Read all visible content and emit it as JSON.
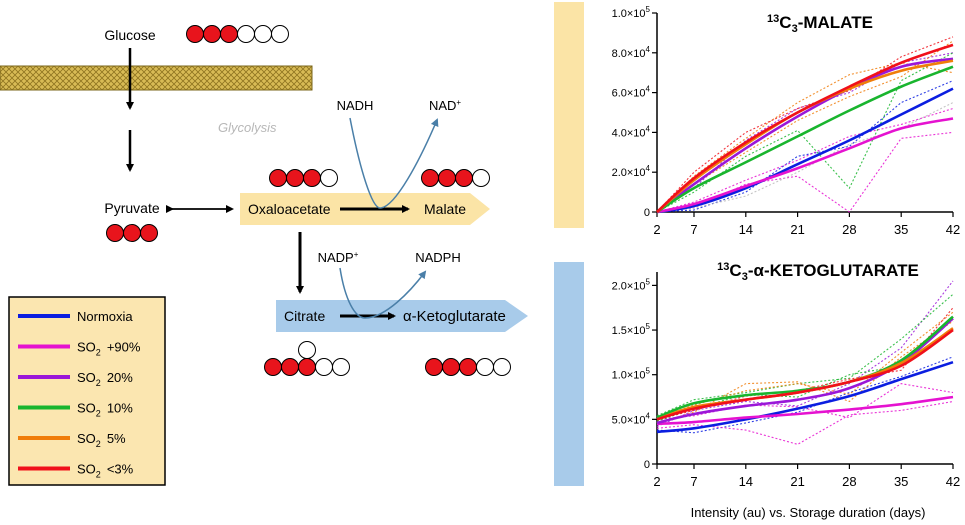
{
  "pathway": {
    "glucose": "Glucose",
    "glycolysis": "Glycolysis",
    "pyruvate": "Pyruvate",
    "oxaloacetate": "Oxaloacetate",
    "malate": "Malate",
    "citrate": "Citrate",
    "akg": "α-Ketoglutarate",
    "nadh": "NADH",
    "nad": "NAD",
    "nad_sup": "+",
    "nadp": "NADP",
    "nadp_sup": "+",
    "nadph": "NADPH"
  },
  "legend": {
    "items": [
      {
        "label": "Normoxia",
        "color": "#0b1ee0"
      },
      {
        "label": "SO",
        "sub": "2",
        "suffix": "+90%",
        "color": "#e512d0"
      },
      {
        "label": "SO",
        "sub": "2",
        "suffix": "20%",
        "color": "#9a17d8"
      },
      {
        "label": "SO",
        "sub": "2",
        "suffix": "10%",
        "color": "#19b52e"
      },
      {
        "label": "SO",
        "sub": "2",
        "suffix": "5%",
        "color": "#f07d0a"
      },
      {
        "label": "SO",
        "sub": "2",
        "suffix": "<3%",
        "color": "#f0101a"
      }
    ]
  },
  "colors": {
    "malate_bar": "#fbe4a6",
    "akg_bar": "#a8cbea",
    "membrane": "#c9a23a",
    "carbon_red": "#e8141c"
  },
  "chart_data": [
    {
      "type": "line",
      "title": "C",
      "title_pre": "13",
      "title_sub": "3",
      "title_post": "-MALATE",
      "x": [
        2,
        7,
        14,
        21,
        28,
        35,
        42
      ],
      "xlim": [
        2,
        42
      ],
      "ylim": [
        0,
        100000
      ],
      "yticks": [
        0,
        20000,
        40000,
        60000,
        80000,
        100000
      ],
      "ytick_labels": [
        "0",
        "2.0×10",
        "4.0×10",
        "6.0×10",
        "8.0×10",
        "1.0×10"
      ],
      "ytick_exps": [
        "",
        "4",
        "4",
        "4",
        "4",
        "5"
      ],
      "series": [
        {
          "name": "Normoxia",
          "color": "#0b1ee0",
          "values": [
            0,
            3000,
            12000,
            24000,
            36000,
            49000,
            62000
          ]
        },
        {
          "name": "SO2 +90%",
          "color": "#e512d0",
          "values": [
            0,
            4000,
            13000,
            22000,
            32000,
            42000,
            47000
          ]
        },
        {
          "name": "SO2 20%",
          "color": "#9a17d8",
          "values": [
            0,
            14000,
            32000,
            48000,
            62000,
            73000,
            77000
          ]
        },
        {
          "name": "SO2 10%",
          "color": "#19b52e",
          "values": [
            0,
            12000,
            25000,
            38000,
            51000,
            63000,
            73000
          ]
        },
        {
          "name": "SO2 5%",
          "color": "#f07d0a",
          "values": [
            0,
            16000,
            34000,
            50000,
            62000,
            71000,
            76000
          ]
        },
        {
          "name": "SO2 <3%",
          "color": "#f0101a",
          "values": [
            0,
            17000,
            35000,
            50000,
            63000,
            75000,
            84000
          ]
        }
      ],
      "replicates": [
        {
          "color": "#0b1ee0",
          "values": [
            0,
            1000,
            10000,
            28000,
            33000,
            55000,
            66000
          ]
        },
        {
          "color": "#e512d0",
          "values": [
            0,
            2000,
            14000,
            18000,
            0,
            37000,
            40000
          ]
        },
        {
          "color": "#e512d0",
          "values": [
            0,
            5000,
            16000,
            26000,
            38000,
            44000,
            52000
          ]
        },
        {
          "color": "#9a17d8",
          "values": [
            0,
            12000,
            36000,
            52000,
            60000,
            75000,
            80000
          ]
        },
        {
          "color": "#19b52e",
          "values": [
            0,
            10000,
            28000,
            41000,
            12000,
            66000,
            80000
          ]
        },
        {
          "color": "#f07d0a",
          "values": [
            0,
            18000,
            37000,
            55000,
            69000,
            75000,
            70000
          ]
        },
        {
          "color": "#f07d0a",
          "values": [
            0,
            14000,
            30000,
            46000,
            58000,
            68000,
            86000
          ]
        },
        {
          "color": "#f0101a",
          "values": [
            0,
            20000,
            40000,
            52000,
            61000,
            78000,
            88000
          ]
        },
        {
          "color": "#bbbbbb",
          "values": [
            0,
            2000,
            8000,
            20000,
            34000,
            42000,
            55000
          ]
        }
      ]
    },
    {
      "type": "line",
      "title": "C",
      "title_pre": "13",
      "title_sub": "3",
      "title_post": "-α-KETOGLUTARATE",
      "x": [
        2,
        7,
        14,
        21,
        28,
        35,
        42
      ],
      "xlim": [
        2,
        42
      ],
      "ylim": [
        0,
        215000
      ],
      "yticks": [
        0,
        50000,
        100000,
        150000,
        200000
      ],
      "ytick_labels": [
        "0",
        "5.0×10",
        "1.0×10",
        "1.5×10",
        "2.0×10"
      ],
      "ytick_exps": [
        "",
        "4",
        "5",
        "5",
        "5"
      ],
      "xlabel": "Intensity (au) vs. Storage duration (days)",
      "series": [
        {
          "name": "Normoxia",
          "color": "#0b1ee0",
          "values": [
            36000,
            40000,
            50000,
            62000,
            76000,
            95000,
            114000
          ]
        },
        {
          "name": "SO2 +90%",
          "color": "#e512d0",
          "values": [
            45000,
            47000,
            52000,
            56000,
            61000,
            67000,
            75000
          ]
        },
        {
          "name": "SO2 20%",
          "color": "#9a17d8",
          "values": [
            46000,
            56000,
            65000,
            72000,
            85000,
            113000,
            163000
          ]
        },
        {
          "name": "SO2 10%",
          "color": "#19b52e",
          "values": [
            52000,
            68000,
            77000,
            82000,
            92000,
            116000,
            165000
          ]
        },
        {
          "name": "SO2 5%",
          "color": "#f07d0a",
          "values": [
            50000,
            64000,
            72000,
            80000,
            92000,
            113000,
            152000
          ]
        },
        {
          "name": "SO2 <3%",
          "color": "#f0101a",
          "values": [
            50000,
            62000,
            72000,
            80000,
            92000,
            110000,
            150000
          ]
        }
      ],
      "replicates": [
        {
          "color": "#0b1ee0",
          "values": [
            38000,
            35000,
            46000,
            58000,
            80000,
            98000,
            120000
          ]
        },
        {
          "color": "#e512d0",
          "values": [
            40000,
            44000,
            38000,
            22000,
            55000,
            60000,
            70000
          ]
        },
        {
          "color": "#e512d0",
          "values": [
            50000,
            54000,
            66000,
            64000,
            52000,
            90000,
            80000
          ]
        },
        {
          "color": "#9a17d8",
          "values": [
            42000,
            60000,
            70000,
            65000,
            90000,
            130000,
            205000
          ]
        },
        {
          "color": "#19b52e",
          "values": [
            54000,
            72000,
            80000,
            90000,
            96000,
            140000,
            190000
          ]
        },
        {
          "color": "#19b52e",
          "values": [
            48000,
            62000,
            78000,
            75000,
            100000,
            110000,
            150000
          ]
        },
        {
          "color": "#f07d0a",
          "values": [
            52000,
            66000,
            82000,
            90000,
            78000,
            125000,
            170000
          ]
        },
        {
          "color": "#f0101a",
          "values": [
            50000,
            60000,
            76000,
            82000,
            95000,
            105000,
            175000
          ]
        },
        {
          "color": "#f07d0a",
          "values": [
            46000,
            58000,
            90000,
            92000,
            70000,
            120000,
            160000
          ]
        }
      ]
    }
  ]
}
